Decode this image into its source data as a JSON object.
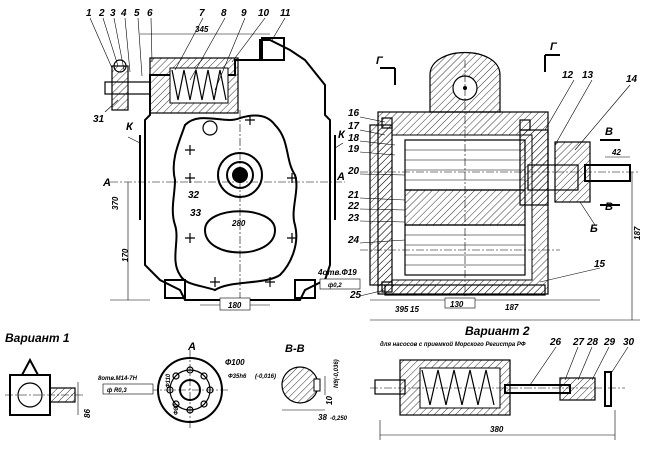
{
  "part_numbers": {
    "top": [
      "1",
      "2",
      "3",
      "4",
      "5",
      "6",
      "7",
      "8",
      "9",
      "10",
      "11"
    ],
    "left_side": [
      "31"
    ],
    "center": [
      "32",
      "33"
    ],
    "right_top": [
      "12",
      "13",
      "14"
    ],
    "right_side": [
      "16",
      "17",
      "18",
      "19",
      "20",
      "21",
      "22",
      "23",
      "24",
      "25"
    ],
    "right_bottom": [
      "15"
    ],
    "variant2": [
      "26",
      "27",
      "28",
      "29",
      "30"
    ]
  },
  "section_letters": {
    "A_left": "А",
    "A_right": "А",
    "K_left": "К",
    "K_right": "К",
    "G_left": "Г",
    "G_right": "Г",
    "V_top": "В",
    "V_bottom": "В",
    "B": "Б"
  },
  "dimensions": {
    "d345": "345",
    "d370": "370",
    "d170": "170",
    "d280": "280",
    "d180": "180",
    "holes_left": "4отв.Ф19",
    "tol_left": "ф0,2",
    "d395": "395",
    "d15": "15",
    "d130": "130",
    "d187a": "187",
    "d187b": "187",
    "d42": "42"
  },
  "bottom": {
    "variant1": "Вариант 1",
    "dim86": "86",
    "view_A": "А",
    "d100": "Ф100",
    "holes_A": "8отв.М14-7Н",
    "tol_A": "ф R0,3",
    "d35": "Ф35h6",
    "d35_tol": "(-0,016)",
    "d110": "Ф110",
    "d80": "Ф80",
    "view_BB": "В-В",
    "d10": "10",
    "d10_tol": "N9(-0,036)",
    "d38": "38",
    "d38_tol": "-0,250",
    "variant2": "Вариант 2",
    "variant2_note": "для насосов с приемкой Морского Регистра РФ",
    "d380": "380"
  }
}
